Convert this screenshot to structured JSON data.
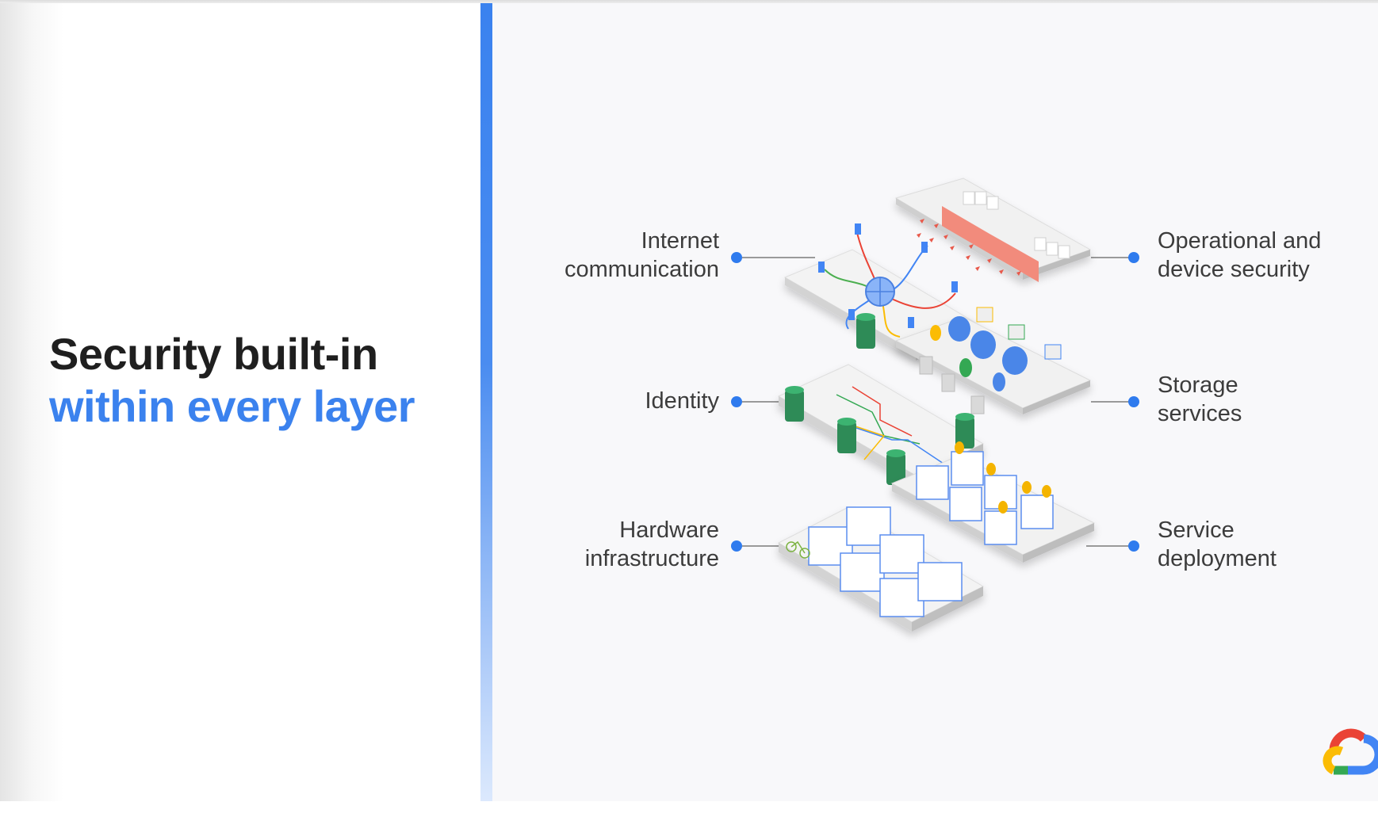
{
  "slide": {
    "title_line1": "Security built-in",
    "title_line2": "within every layer",
    "accent_color": "#3b82ee",
    "title_color": "#1f1f1f"
  },
  "layers": {
    "left": [
      {
        "line1": "Internet",
        "line2": "communication"
      },
      {
        "line1": "Identity",
        "line2": ""
      },
      {
        "line1": "Hardware",
        "line2": "infrastructure"
      }
    ],
    "right": [
      {
        "line1": "Operational and",
        "line2": "device security"
      },
      {
        "line1": "Storage",
        "line2": "services"
      },
      {
        "line1": "Service",
        "line2": "deployment"
      }
    ]
  },
  "illustration": {
    "description": "Isometric stacked platforms representing security layers",
    "icon": "layered-platforms-illustration"
  },
  "branding": {
    "logo": "google-cloud-logo",
    "logo_colors": [
      "#ea4335",
      "#4285f4",
      "#34a853",
      "#fbbc04"
    ]
  }
}
